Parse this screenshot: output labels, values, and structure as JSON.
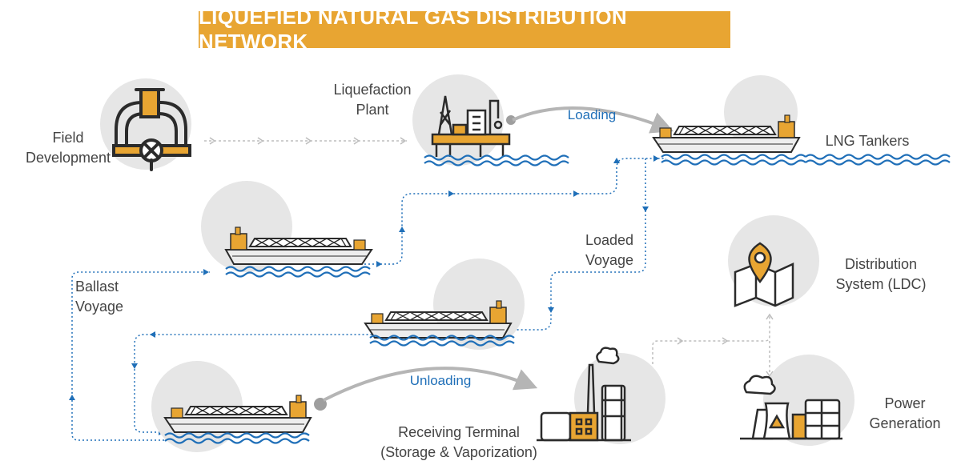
{
  "title": "LIQUEFIED NATURAL GAS DISTRIBUTION NETWORK",
  "nodes": {
    "field": [
      "Field",
      "Development"
    ],
    "liquefaction": [
      "Liquefaction",
      "Plant"
    ],
    "tankers": "LNG Tankers",
    "distribution": [
      "Distribution",
      "System (LDC)"
    ],
    "power": [
      "Power",
      "Generation"
    ],
    "receiving": [
      "Receiving Terminal",
      "(Storage & Vaporization)"
    ]
  },
  "routes": {
    "loading": "Loading",
    "unloading": "Unloading",
    "loaded_voyage": [
      "Loaded",
      "Voyage"
    ],
    "ballast_voyage": [
      "Ballast",
      "Voyage"
    ]
  },
  "colors": {
    "accent": "#e8a532",
    "route_blue": "#1f6fb8",
    "circle_grey": "#e6e6e6",
    "dark": "#2b2b2b"
  }
}
